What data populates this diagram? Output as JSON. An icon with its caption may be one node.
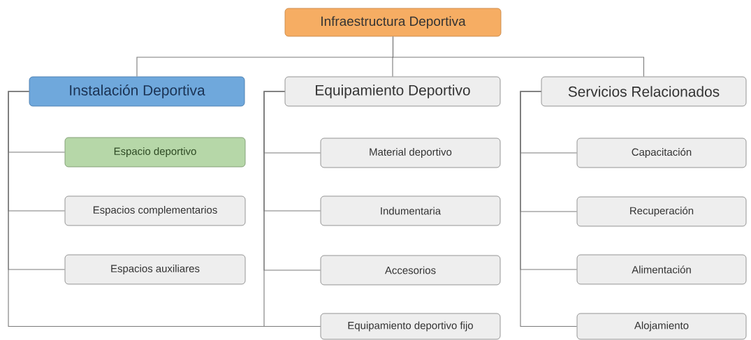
{
  "diagram": {
    "nodes": [
      {
        "text": [
          "Infraestructura Deportiva"
        ]
      },
      {
        "text": [
          "Instalación Deportiva"
        ]
      },
      {
        "text": [
          "Espacio deportivo"
        ]
      },
      {
        "text": [
          "Espacios complementarios"
        ]
      },
      {
        "text": [
          "Espacios auxiliares"
        ]
      },
      {
        "text": [
          "Equipamiento Deportivo"
        ]
      },
      {
        "text": [
          "Material deportivo"
        ]
      },
      {
        "text": [
          "Indumentaria"
        ]
      },
      {
        "text": [
          "Accesorios"
        ]
      },
      {
        "text": [
          "Equipamiento deportivo fijo"
        ]
      },
      {
        "text": [
          "Servicios Relacionados"
        ]
      },
      {
        "text": [
          "Capacitación"
        ]
      },
      {
        "text": [
          "Recuperación"
        ]
      },
      {
        "text": [
          "Alimentación"
        ]
      },
      {
        "text": [
          "Alojamiento"
        ]
      }
    ],
    "edges": [
      {
        "from": 0,
        "to": 1,
        "arrow": "none"
      },
      {
        "from": 0,
        "to": 5,
        "arrow": "none"
      },
      {
        "from": 0,
        "to": 10,
        "arrow": "none"
      },
      {
        "from": 1,
        "to": 2,
        "arrow": "none"
      },
      {
        "from": 1,
        "to": 3,
        "arrow": "none"
      },
      {
        "from": 1,
        "to": 4,
        "arrow": "none"
      },
      {
        "from": 1,
        "to": 9,
        "arrow": "none"
      },
      {
        "from": 5,
        "to": 6,
        "arrow": "none"
      },
      {
        "from": 5,
        "to": 7,
        "arrow": "none"
      },
      {
        "from": 5,
        "to": 8,
        "arrow": "none"
      },
      {
        "from": 5,
        "to": 9,
        "arrow": "none"
      },
      {
        "from": 10,
        "to": 11,
        "arrow": "none"
      },
      {
        "from": 10,
        "to": 12,
        "arrow": "none"
      },
      {
        "from": 10,
        "to": 13,
        "arrow": "none"
      },
      {
        "from": 10,
        "to": 14,
        "arrow": "none"
      }
    ]
  }
}
